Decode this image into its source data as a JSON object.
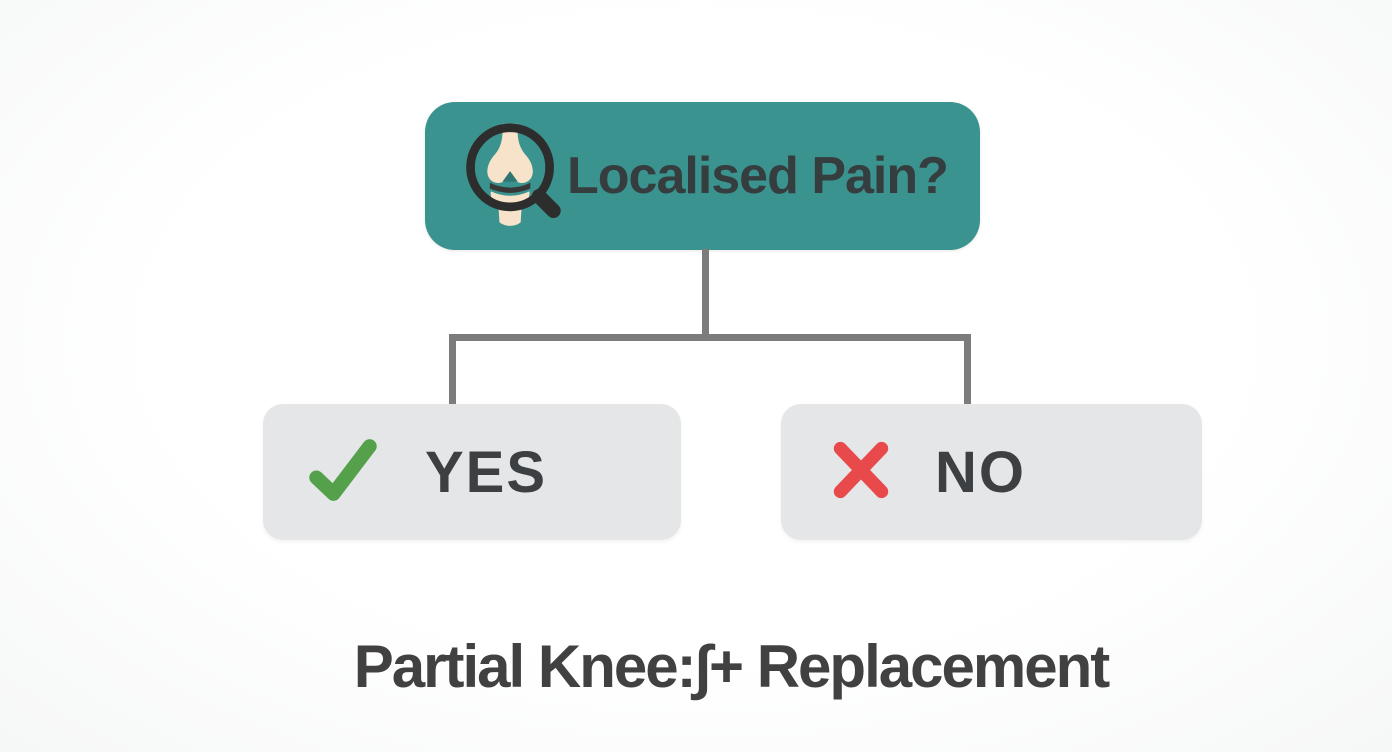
{
  "page": {
    "background_color": "#FFFFFF"
  },
  "flowchart": {
    "root_node": {
      "label": "Localised Pain?",
      "icon": "knee-joint-magnifier-icon",
      "bg_color": "#3A938F",
      "text_color": "#353D3E"
    },
    "connector_color": "#7C7C7C",
    "branch_node_bg": "#E5E6E8",
    "branch_text_color": "#3D4043",
    "branches": [
      {
        "label": "YES",
        "icon": "check-icon",
        "icon_color": "#55A04A"
      },
      {
        "label": "NO",
        "icon": "x-icon",
        "icon_color": "#E8494B"
      }
    ]
  },
  "caption": {
    "text": "Partial Knee:∫+ Replacement",
    "color": "#414141"
  }
}
